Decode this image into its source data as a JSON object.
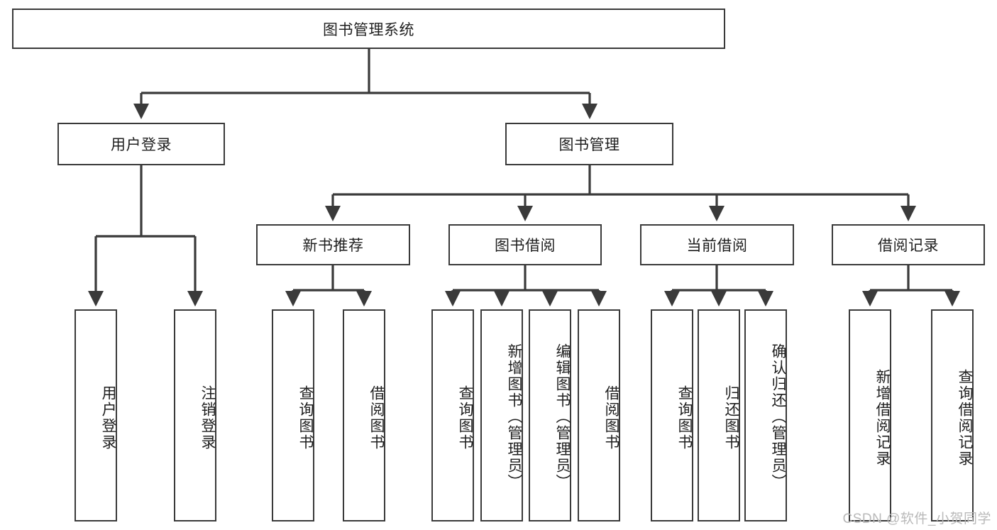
{
  "diagram": {
    "title": "图书管理系统",
    "type": "hierarchy-tree",
    "root": {
      "id": "root",
      "label": "图书管理系统"
    },
    "level2": [
      {
        "id": "user-login",
        "label": "用户登录"
      },
      {
        "id": "book-manage",
        "label": "图书管理"
      }
    ],
    "level3": [
      {
        "id": "new-book-rec",
        "label": "新书推荐"
      },
      {
        "id": "book-borrow",
        "label": "图书借阅"
      },
      {
        "id": "current-borrow",
        "label": "当前借阅"
      },
      {
        "id": "borrow-record",
        "label": "借阅记录"
      }
    ],
    "leaves": {
      "user_login": [
        {
          "id": "leaf-user-login",
          "label": "用户登录"
        },
        {
          "id": "leaf-logout",
          "label": "注销登录"
        }
      ],
      "new_book_rec": [
        {
          "id": "leaf-query-book-1",
          "label": "查询图书"
        },
        {
          "id": "leaf-borrow-book-1",
          "label": "借阅图书"
        }
      ],
      "book_borrow": [
        {
          "id": "leaf-query-book-2",
          "label": "查询图书"
        },
        {
          "id": "leaf-add-book",
          "label": "新增图书（管理员）"
        },
        {
          "id": "leaf-edit-book",
          "label": "编辑图书（管理员）"
        },
        {
          "id": "leaf-borrow-book-2",
          "label": "借阅图书"
        }
      ],
      "current_borrow": [
        {
          "id": "leaf-query-book-3",
          "label": "查询图书"
        },
        {
          "id": "leaf-return-book",
          "label": "归还图书"
        },
        {
          "id": "leaf-confirm-return",
          "label": "确认归还（管理员）"
        }
      ],
      "borrow_record": [
        {
          "id": "leaf-add-record",
          "label": "新增借阅记录"
        },
        {
          "id": "leaf-query-record",
          "label": "查询借阅记录"
        }
      ]
    },
    "colors": {
      "stroke": "#3a3a3a",
      "fill": "#ffffff",
      "text": "#1f1f1f",
      "watermark": "#b9b9b9"
    }
  },
  "watermark": {
    "text": "CSDN @软件_小贺同学"
  }
}
